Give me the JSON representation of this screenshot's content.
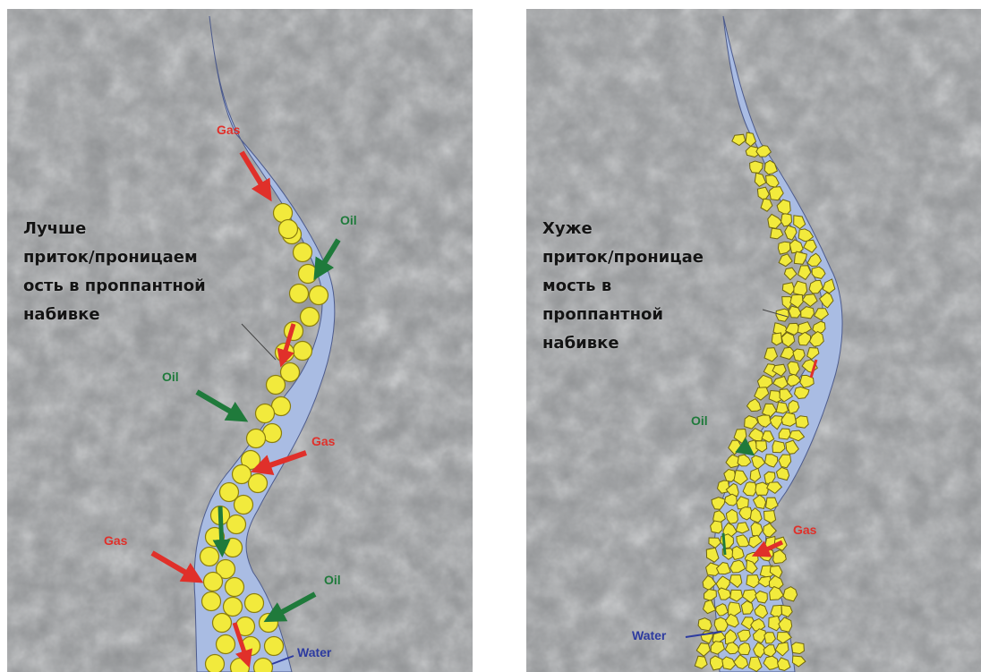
{
  "colors": {
    "rock": "#8f9193",
    "fracture": "#a9bce3",
    "proppant": "#f2ea3c",
    "gas": "#e0302a",
    "oil": "#1f7a3b",
    "water": "#2d3ba0"
  },
  "left_panel": {
    "caption": "Лучше\nприток/проницаем\nость в проппантной\nнабивке",
    "labels": {
      "gas_1": "Gas",
      "oil_1": "Oil",
      "oil_2": "Oil",
      "gas_2": "Gas",
      "gas_3": "Gas",
      "oil_3": "Oil",
      "water": "Water"
    }
  },
  "right_panel": {
    "caption": "Хуже\nприток/проницае\nмость в\nпроппантной\nнабивке",
    "labels": {
      "oil": "Oil",
      "gas": "Gas",
      "water": "Water"
    }
  }
}
